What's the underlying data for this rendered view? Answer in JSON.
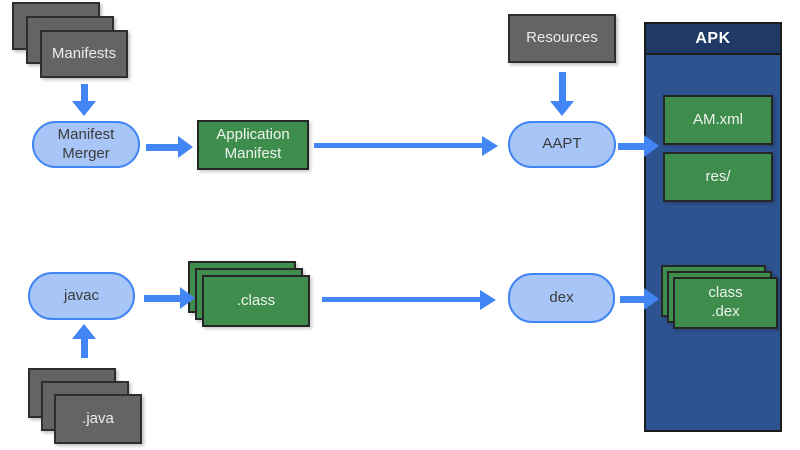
{
  "colors": {
    "canvas_bg": "#ffffff",
    "arrow": "#4285f4",
    "pill_fill": "#a8c5f7",
    "pill_border": "#4184f3",
    "pill_text": "#3b3b3b",
    "gray_fill": "#646464",
    "gray_border": "#2e2e2e",
    "gray_text": "#ececec",
    "green_fill": "#3f8d4c",
    "green_border": "#262626",
    "green_text": "#eef3ee",
    "apk_header_bg": "#203a66",
    "apk_body_bg": "#2d5391",
    "apk_border": "#1c1c1c",
    "apk_title_text": "#ffffff"
  },
  "nodes": {
    "manifests": {
      "label": "Manifests"
    },
    "manifest_merger": {
      "label": "Manifest\nMerger"
    },
    "application_manifest": {
      "label": "Application\nManifest"
    },
    "resources": {
      "label": "Resources"
    },
    "aapt": {
      "label": "AAPT"
    },
    "javac": {
      "label": "javac"
    },
    "java_files": {
      "label": ".java"
    },
    "class_files": {
      "label": ".class"
    },
    "dex": {
      "label": "dex"
    },
    "apk": {
      "title": "APK"
    },
    "am_xml": {
      "label": "AM.xml"
    },
    "res_dir": {
      "label": "res/"
    },
    "class_dex": {
      "label": "class\n.dex"
    }
  }
}
